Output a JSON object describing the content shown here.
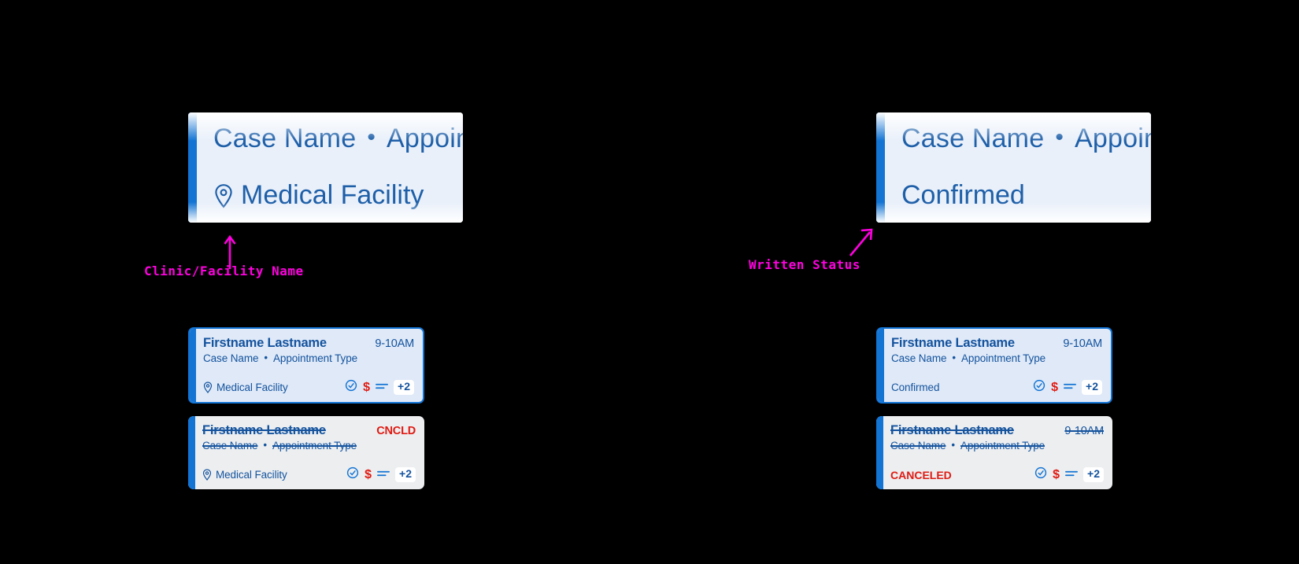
{
  "background_color": "#000000",
  "annotations": [
    {
      "id": "clinic-facility-name",
      "label": "Clinic/Facility Name",
      "color": "#ff00e0",
      "arrow": "up"
    },
    {
      "id": "written-status",
      "label": "Written Status",
      "color": "#ff00e0",
      "arrow": "up-right"
    }
  ],
  "callouts": [
    {
      "id": "callout-left",
      "line1_left": "Case Name",
      "line1_separator": "•",
      "line1_right": "Appointment Type",
      "line2": "Medical Facility",
      "line2_icon": "location-pin-icon",
      "accent_color": "#1374d4",
      "text_color": "#1e5fa8"
    },
    {
      "id": "callout-right",
      "line1_left": "Case Name",
      "line1_separator": "•",
      "line1_right": "Appointment Type",
      "line2": "Confirmed",
      "line2_icon": "none",
      "accent_color": "#1374d4",
      "text_color": "#1e5fa8"
    }
  ],
  "cards": [
    {
      "id": "card-left-active",
      "variant": "active",
      "name": "Firstname Lastname",
      "time": "9-10AM",
      "case_name": "Case Name",
      "separator": "•",
      "appointment_type": "Appointment Type",
      "status_line": "Medical Facility",
      "status_icon": "location-pin-icon",
      "icons": [
        "check-circle-icon",
        "dollar-icon",
        "notes-lines-icon"
      ],
      "overflow_badge": "+2",
      "accent_color": "#1374d4",
      "text_color": "#14539e",
      "alert_color": "#e01b13"
    },
    {
      "id": "card-left-canceled",
      "variant": "canceled",
      "name": "Firstname Lastname",
      "time": "CNCLD",
      "case_name": "Case Name",
      "separator": "•",
      "appointment_type": "Appointment Type",
      "status_line": "Medical Facility",
      "status_icon": "location-pin-icon",
      "icons": [
        "check-circle-icon",
        "dollar-icon",
        "notes-lines-icon"
      ],
      "overflow_badge": "+2",
      "accent_color": "#1374d4",
      "text_color": "#14539e",
      "alert_color": "#e01b13"
    },
    {
      "id": "card-right-active",
      "variant": "active",
      "name": "Firstname Lastname",
      "time": "9-10AM",
      "case_name": "Case Name",
      "separator": "•",
      "appointment_type": "Appointment Type",
      "status_line": "Confirmed",
      "status_icon": "none",
      "icons": [
        "check-circle-icon",
        "dollar-icon",
        "notes-lines-icon"
      ],
      "overflow_badge": "+2",
      "accent_color": "#1374d4",
      "text_color": "#14539e",
      "alert_color": "#e01b13"
    },
    {
      "id": "card-right-canceled",
      "variant": "canceled",
      "name": "Firstname Lastname",
      "time": "9-10AM",
      "case_name": "Case Name",
      "separator": "•",
      "appointment_type": "Appointment Type",
      "status_line": "CANCELED",
      "status_icon": "none",
      "icons": [
        "check-circle-icon",
        "dollar-icon",
        "notes-lines-icon"
      ],
      "overflow_badge": "+2",
      "accent_color": "#1374d4",
      "text_color": "#14539e",
      "alert_color": "#e01b13"
    }
  ]
}
